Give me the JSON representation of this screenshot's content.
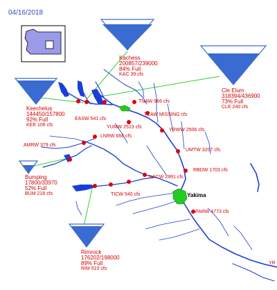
{
  "date": "04/16/2018",
  "colors": {
    "water": "#1a3fd6",
    "reservoir_fill": "#3a6bd0",
    "reservoir_empty": "#ffffff",
    "station_dot": "#e00000",
    "label_text": "#d00000",
    "leader_line": "#33cc33",
    "city_fill": "#22cc22",
    "date_text": "#3348b8",
    "state_fill": "#9b9bea"
  },
  "reservoirs": [
    {
      "name": "Kachess",
      "storage": "200857/239000",
      "percent_full": "84% Full",
      "flow": "KAC  39 cfs",
      "fill_fraction": 0.84
    },
    {
      "name": "Cle Elum",
      "storage": "318394/436900",
      "percent_full": "73% Full",
      "flow": "CLE  240 cfs",
      "fill_fraction": 0.73
    },
    {
      "name": "Keechelus",
      "storage": "144450/157800",
      "percent_full": "92% Full",
      "flow": "KEE  106 cfs",
      "fill_fraction": 0.92
    },
    {
      "name": "Bumping",
      "storage": "17800/33970",
      "percent_full": "52% Full",
      "flow": "BUM  218 cfs",
      "fill_fraction": 0.52
    },
    {
      "name": "Rimrock",
      "storage": "176202/198000",
      "percent_full": "89% Full",
      "flow": "RIM  510 cfs",
      "fill_fraction": 0.89
    }
  ],
  "stations": [
    {
      "label": "TNAW  966 cfs"
    },
    {
      "label": "TEAW  MISSING cfs"
    },
    {
      "label": "EASW  541 cfs"
    },
    {
      "label": "YUMW  2513 cfs"
    },
    {
      "label": "YRWW  2506 cfs"
    },
    {
      "label": "LNRW  666 cfs"
    },
    {
      "label": "AMRW  379 cfs"
    },
    {
      "label": "UMTW  3207 cfs"
    },
    {
      "label": "RBDW  1703 cfs"
    },
    {
      "label": "NACW  2991 cfs"
    },
    {
      "label": "TICW  540 cfs"
    },
    {
      "label": "PARW  4773 cfs"
    },
    {
      "label": "YR"
    }
  ],
  "city": "Yakima"
}
